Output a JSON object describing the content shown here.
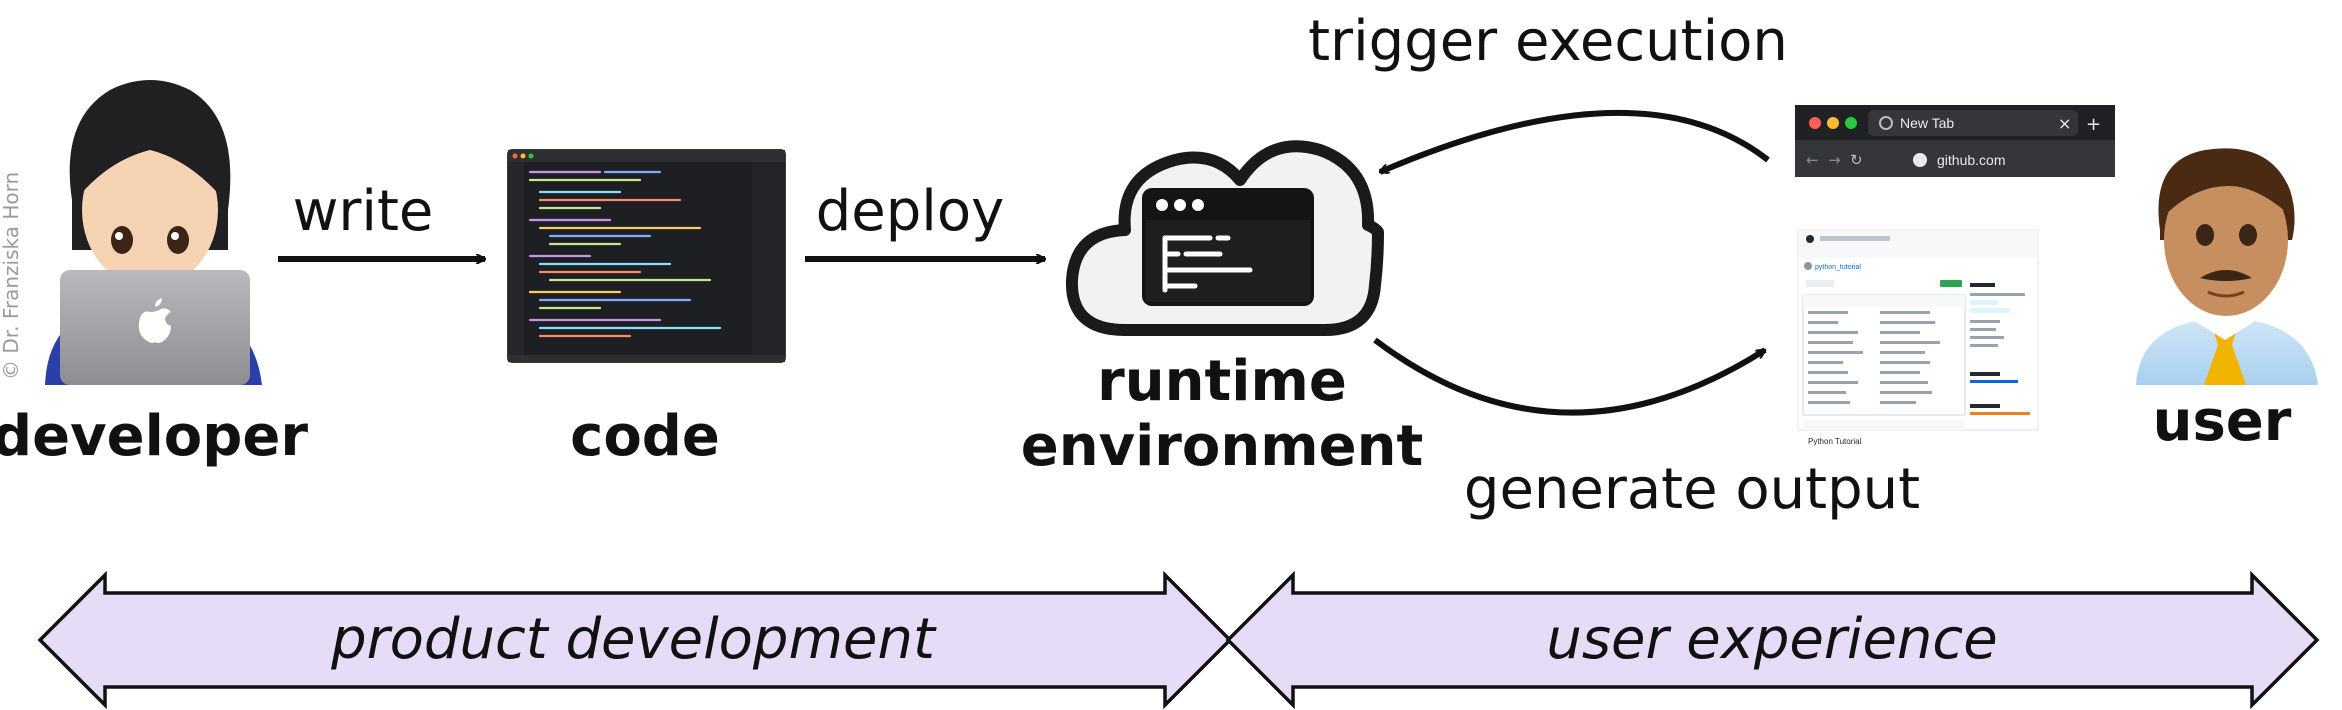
{
  "credit": "© Dr. Franziska Horn",
  "nodes": {
    "developer": "developer",
    "code": "code",
    "runtime_line1": "runtime",
    "runtime_line2": "environment",
    "user": "user"
  },
  "edges": {
    "write": "write",
    "deploy": "deploy",
    "trigger": "trigger execution",
    "output": "generate output"
  },
  "browser": {
    "tab_title": "New Tab",
    "address": "github.com"
  },
  "repo_page": {
    "repo_name": "python_tutorial",
    "readme_title": "Python Tutorial"
  },
  "phases": {
    "left": "product development",
    "right": "user experience"
  },
  "colors": {
    "phase_fill": "#e6dcf8",
    "cloud_fill": "#f2f2f2",
    "editor_bg": "#1e1f22",
    "browser_bar": "#2b2b2b",
    "github_green": "#2da44e"
  }
}
